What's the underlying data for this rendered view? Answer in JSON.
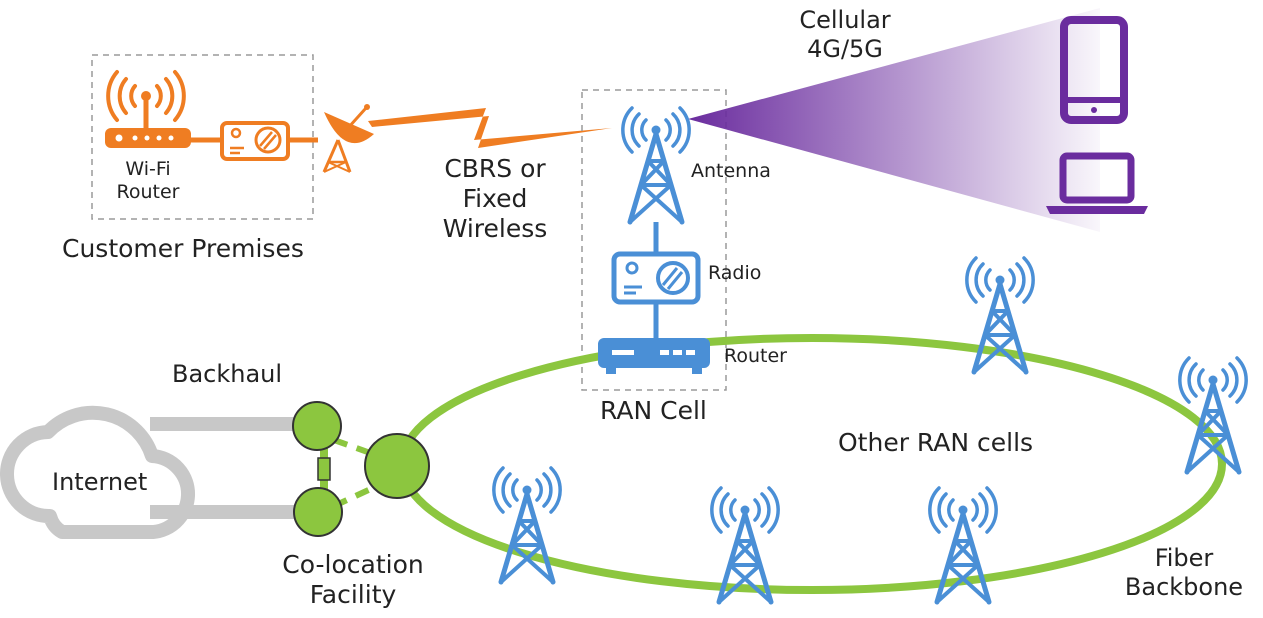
{
  "labels": {
    "cellular_line1": "Cellular",
    "cellular_line2": "4G/5G",
    "wifi_line1": "Wi-Fi",
    "wifi_line2": "Router",
    "customer_premises": "Customer Premises",
    "cbrs_line1": "CBRS or",
    "cbrs_line2": "Fixed",
    "cbrs_line3": "Wireless",
    "antenna": "Antenna",
    "radio": "Radio",
    "router": "Router",
    "ran_cell": "RAN Cell",
    "backhaul": "Backhaul",
    "internet": "Internet",
    "colocation_line1": "Co-location",
    "colocation_line2": "Facility",
    "other_ran_cells": "Other RAN cells",
    "fiber_line1": "Fiber",
    "fiber_line2": "Backbone"
  },
  "colors": {
    "orange": "#ef7d22",
    "blue": "#4a8fd6",
    "purple": "#6a2c9e",
    "green": "#8cc63f",
    "gray": "#c8c8c8",
    "dashed_box": "#9a9a9a"
  },
  "icons": [
    "wifi-router-icon",
    "radio-unit-icon",
    "satellite-dish-icon",
    "lightning-link-icon",
    "cell-tower-icon",
    "radio-icon",
    "router-icon",
    "smartphone-icon",
    "laptop-icon",
    "cloud-icon",
    "colocation-node-icon"
  ]
}
